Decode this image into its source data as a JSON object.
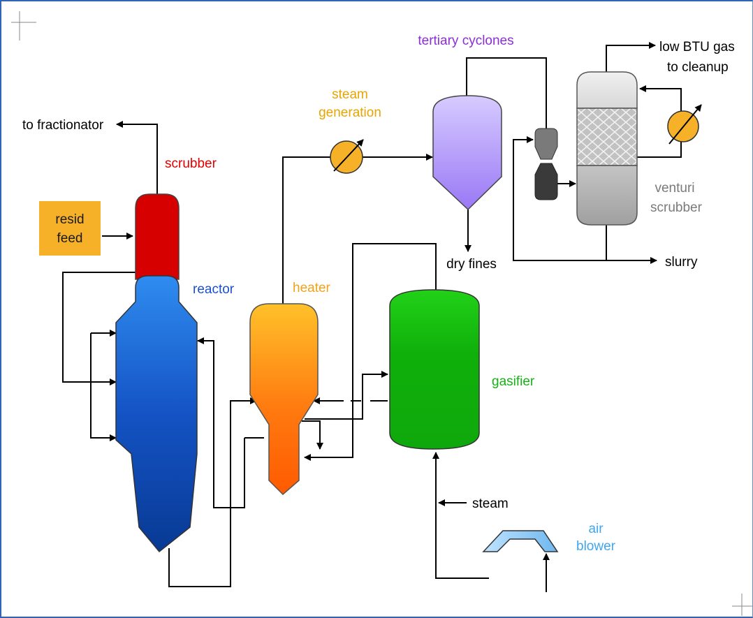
{
  "labels": {
    "to_fractionator": "to fractionator",
    "scrubber": "scrubber",
    "resid_line1": "resid",
    "resid_line2": "feed",
    "reactor": "reactor",
    "heater": "heater",
    "steam_gen_line1": "steam",
    "steam_gen_line2": "generation",
    "tertiary_cyclones": "tertiary cyclones",
    "low_btu_line1": "low BTU gas",
    "low_btu_line2": "to cleanup",
    "venturi_line1": "venturi",
    "venturi_line2": "scrubber",
    "dry_fines": "dry fines",
    "slurry": "slurry",
    "gasifier": "gasifier",
    "steam": "steam",
    "air_line1": "air",
    "air_line2": "blower"
  },
  "colors": {
    "frame": "#2f64b8",
    "scrubber": "#d60000",
    "resid_feed": "#f6b129",
    "reactor_top": "#2f8cf0",
    "reactor_bottom": "#083a94",
    "heater_top": "#ffc12a",
    "heater_bottom": "#ff5a00",
    "gasifier": "#11b30a",
    "cyclone_top": "#d2c7ff",
    "cyclone_bottom": "#9a78f5",
    "venturi_scrubber": "#c8c8c8",
    "air_blower": "#9fd2f7",
    "steam_text": "#e8a500",
    "scrubber_text": "#e00000",
    "reactor_text": "#1a4fd0",
    "heater_text": "#f2a21a",
    "cyclones_text": "#8a2fd6",
    "venturi_text": "#7a7a7a",
    "gasifier_text": "#17b117",
    "air_text": "#3fa7ee"
  }
}
